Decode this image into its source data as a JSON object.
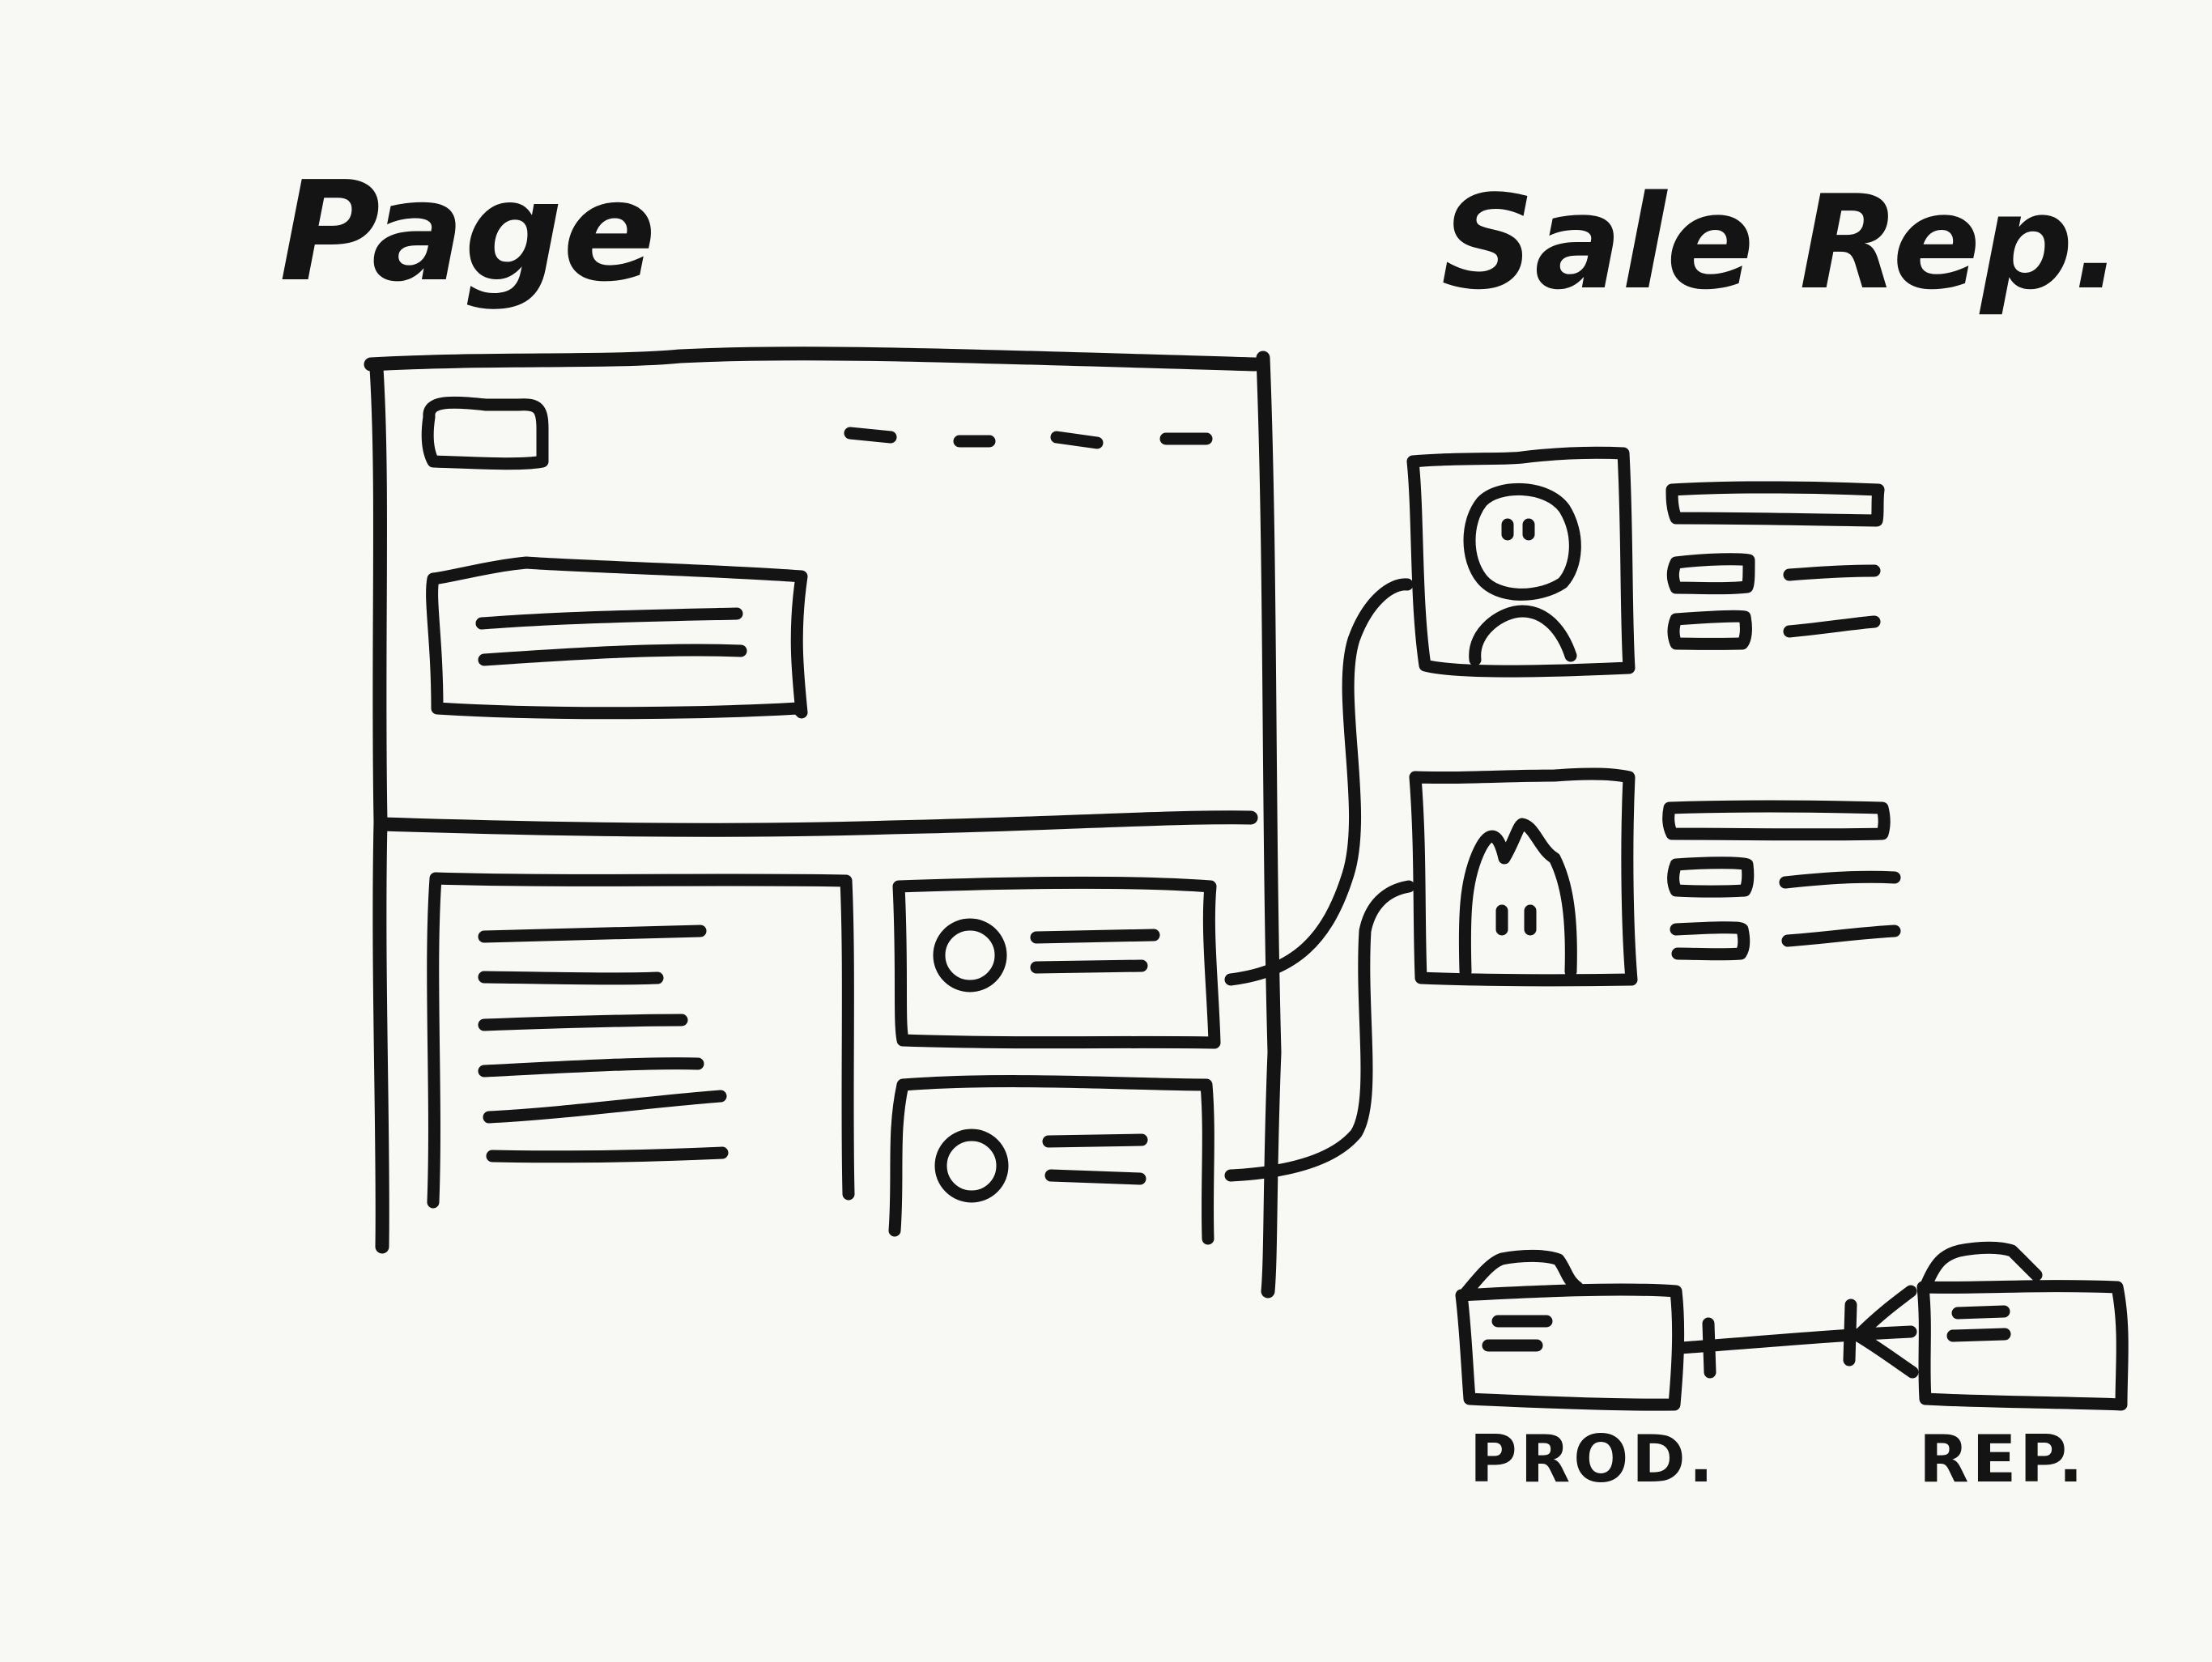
{
  "labels": {
    "page": "Page",
    "sale_rep": "Sale Rep.",
    "prod": "PROD.",
    "rep": "REP."
  },
  "colors": {
    "background": "#f8f8f4",
    "ink": "#141414"
  },
  "icons": {
    "rep_portrait_1": "person-portrait-icon",
    "rep_portrait_2": "person-portrait-icon",
    "list_avatars": "avatar-circle-icon",
    "entities": "folder-icon"
  },
  "relationship": {
    "from": "PROD.",
    "to": "REP.",
    "type": "one-to-many"
  }
}
